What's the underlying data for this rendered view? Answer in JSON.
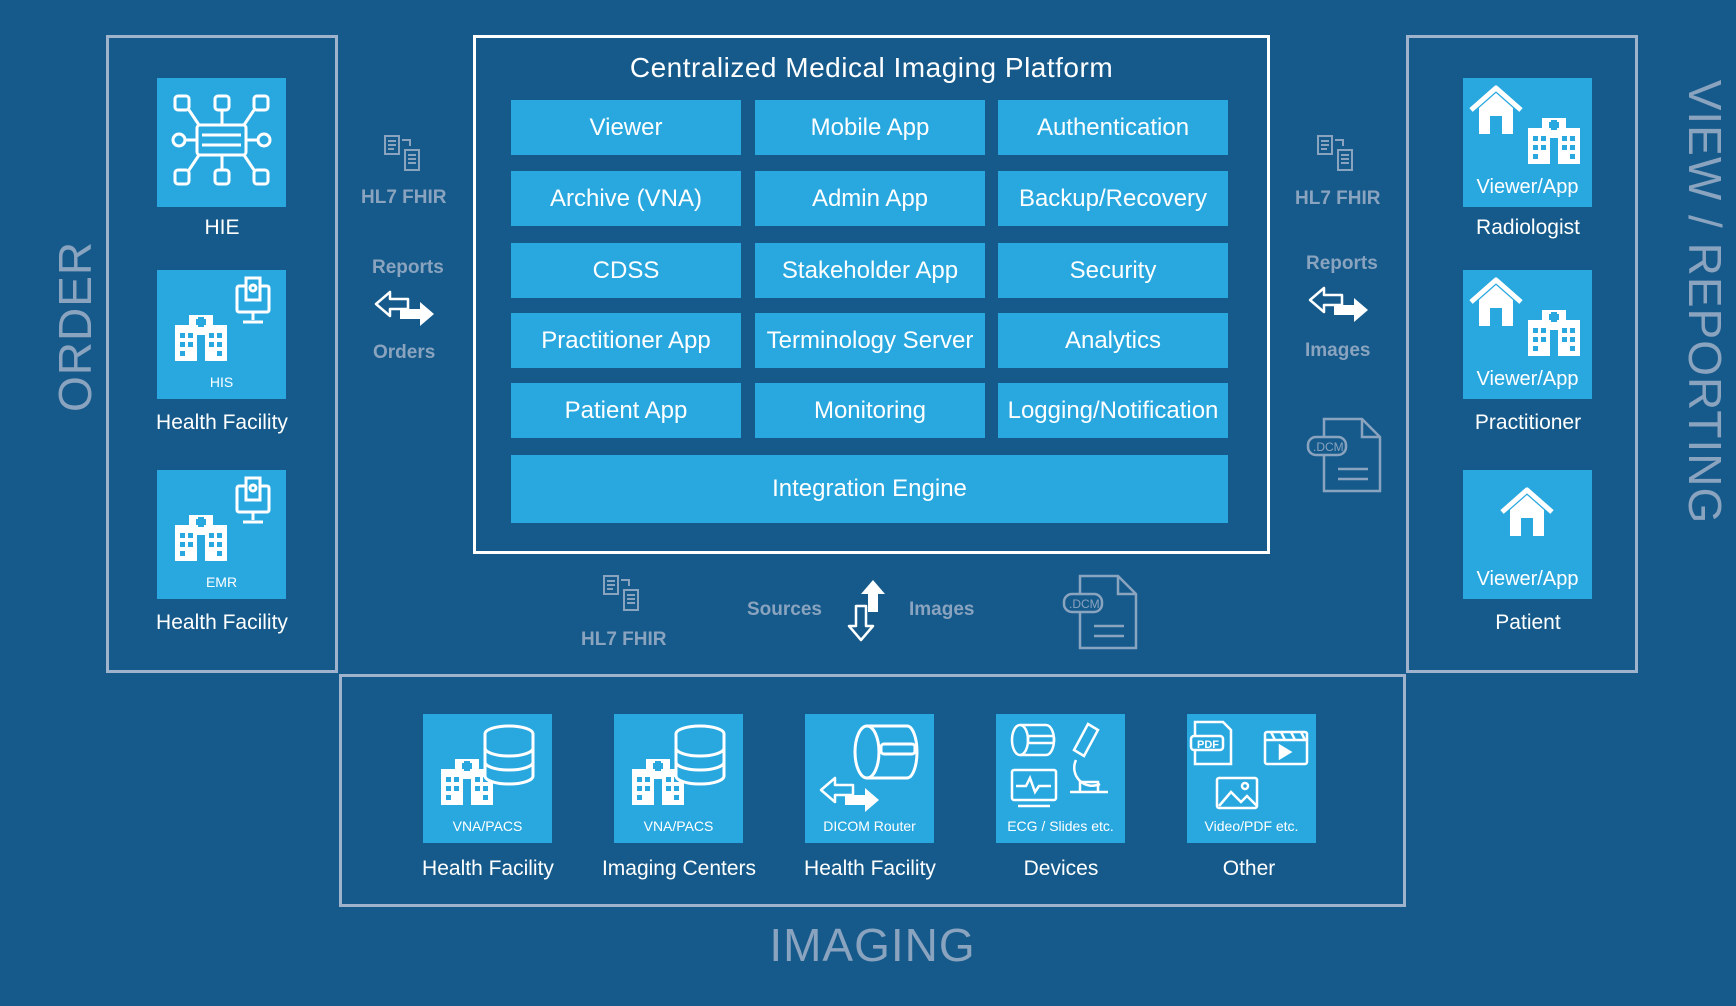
{
  "sections": {
    "order": "ORDER",
    "view_reporting": "VIEW / REPORTING",
    "imaging": "IMAGING"
  },
  "platform": {
    "title": "Centralized Medical Imaging Platform",
    "modules": [
      "Viewer",
      "Mobile App",
      "Authentication",
      "Archive (VNA)",
      "Admin App",
      "Backup/Recovery",
      "CDSS",
      "Stakeholder App",
      "Security",
      "Practitioner App",
      "Terminology Server",
      "Analytics",
      "Patient App",
      "Monitoring",
      "Logging/Notification"
    ],
    "integration_engine": "Integration Engine"
  },
  "order": {
    "items": [
      {
        "tile_label": "",
        "caption": "HIE",
        "icon": "network-hub-icon"
      },
      {
        "tile_label": "HIS",
        "caption": "Health Facility",
        "icon": "hospital-monitor-icon"
      },
      {
        "tile_label": "EMR",
        "caption": "Health Facility",
        "icon": "hospital-monitor-icon"
      }
    ]
  },
  "view": {
    "items": [
      {
        "tile_label": "Viewer/App",
        "caption": "Radiologist",
        "icon": "home-hospital-icon"
      },
      {
        "tile_label": "Viewer/App",
        "caption": "Practitioner",
        "icon": "home-hospital-icon"
      },
      {
        "tile_label": "Viewer/App",
        "caption": "Patient",
        "icon": "home-icon"
      }
    ]
  },
  "imaging": {
    "items": [
      {
        "tile_label": "VNA/PACS",
        "caption": "Health Facility",
        "icon": "hospital-database-icon"
      },
      {
        "tile_label": "VNA/PACS",
        "caption": "Imaging Centers",
        "icon": "hospital-database-icon"
      },
      {
        "tile_label": "DICOM Router",
        "caption": "Health Facility",
        "icon": "scanner-router-icon"
      },
      {
        "tile_label": "ECG / Slides etc.",
        "caption": "Devices",
        "icon": "devices-icon"
      },
      {
        "tile_label": "Video/PDF etc.",
        "caption": "Other",
        "icon": "media-files-icon"
      }
    ]
  },
  "flows": {
    "left": {
      "protocol": "HL7 FHIR",
      "top": "Reports",
      "bottom": "Orders"
    },
    "right": {
      "protocol": "HL7 FHIR",
      "top": "Reports",
      "bottom": "Images"
    },
    "bottom": {
      "protocol": "HL7 FHIR",
      "left": "Sources",
      "right": "Images"
    },
    "dcm_label": ".DCM"
  },
  "colors": {
    "background": "#155a8a",
    "tile": "#29a8e0",
    "frame": "#9fb4cc",
    "muted_text": "#8aa3bf"
  }
}
